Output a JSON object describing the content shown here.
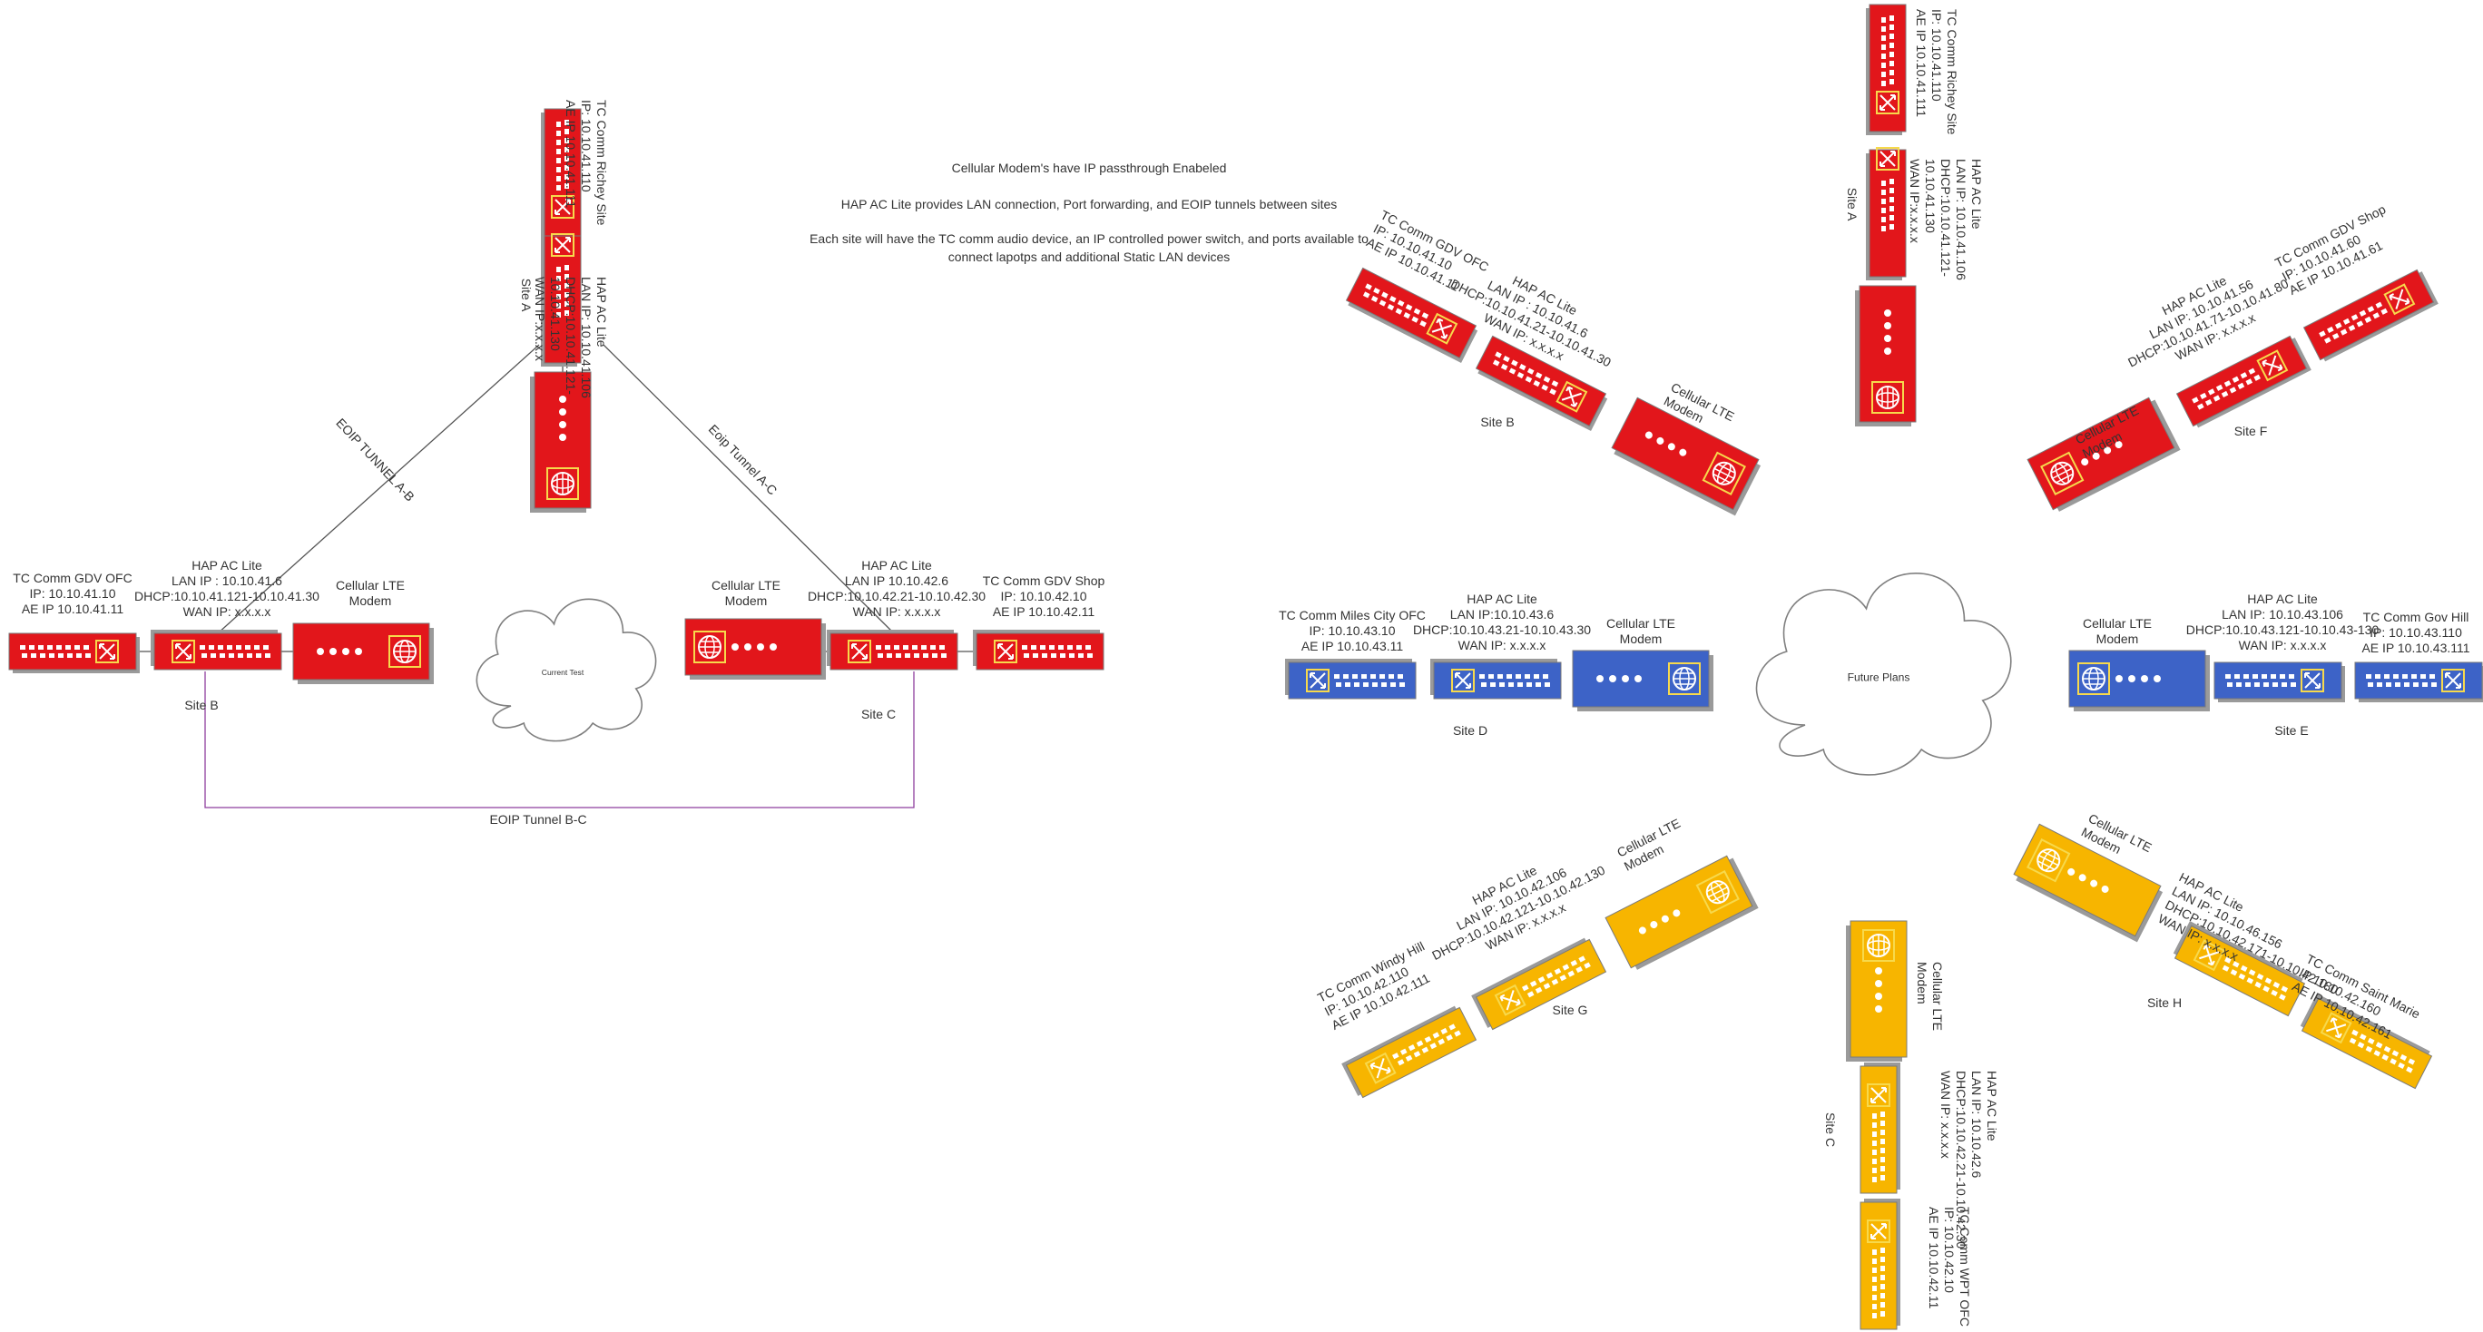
{
  "colors": {
    "red": "#e2161b",
    "blue": "#3d63c7",
    "yellow": "#f7b500",
    "line": "#555555",
    "purple": "#8e3f9e",
    "white": "#ffffff",
    "shadow": "#9a9a9a"
  },
  "notes": [
    "Cellular Modem's have IP passthrough Enabeled",
    "HAP AC Lite provides LAN connection, Port forwarding, and EOIP tunnels between sites",
    "Each site will have the TC comm audio device, an IP controlled power switch, and ports available to",
    "connect lapotps and additional Static LAN devices"
  ],
  "clouds": {
    "current": "Current Test",
    "future": "Future Plans"
  },
  "tunnels": {
    "ab": "EOIP TUNNEL A-B",
    "ac": "Eoip Tunnel A-C",
    "bc": "EOIP Tunnel B-C"
  },
  "sites": {
    "A": {
      "name": "Site A",
      "device": [
        "TC Comm Richey Site",
        "IP: 10.10.41.110",
        "AE IP 10.10.41.111"
      ],
      "hap": [
        "HAP AC Lite",
        "LAN IP: 10.10.41.106",
        "DHCP:10.10.41.121-",
        "10.10.41.130",
        "WAN IP:x.x.x.x"
      ]
    },
    "B": {
      "name": "Site B",
      "device": [
        "TC Comm GDV OFC",
        "IP: 10.10.41.10",
        "AE IP 10.10.41.11"
      ],
      "hap": [
        "HAP AC Lite",
        "LAN IP : 10.10.41.6",
        "DHCP:10.10.41.121-10.10.41.30",
        "WAN IP: x.x.x.x"
      ],
      "modem": [
        "Cellular LTE",
        "Modem"
      ]
    },
    "C": {
      "name": "Site C",
      "device": [
        "TC Comm GDV Shop",
        "IP: 10.10.42.10",
        "AE IP 10.10.42.11"
      ],
      "hap": [
        "HAP AC Lite",
        "LAN IP 10.10.42.6",
        "DHCP:10.10.42.21-10.10.42.30",
        "WAN IP: x.x.x.x"
      ],
      "modem": [
        "Cellular LTE",
        "Modem"
      ]
    },
    "A2": {
      "name": "Site A",
      "device": [
        "TC Comm Richey Site",
        "IP: 10.10.41.110",
        "AE IP 10.10.41.111"
      ],
      "hap": [
        "HAP AC Lite",
        "LAN IP: 10.10.41.106",
        "DHCP:10.10.41.121-",
        "10.10.41.130",
        "WAN IP:x.x.x.x"
      ]
    },
    "B2": {
      "name": "Site B",
      "device": [
        "TC Comm GDV OFC",
        "IP: 10.10.41.10",
        "AE IP 10.10.41.11"
      ],
      "hap": [
        "HAP AC Lite",
        "LAN IP : 10.10.41.6",
        "DHCP:10.10.41.21-10.10.41.30",
        "WAN IP: x.x.x.x"
      ],
      "modem": [
        "Cellular LTE",
        "Modem"
      ]
    },
    "F": {
      "name": "Site F",
      "device": [
        "TC Comm GDV Shop",
        "IP: 10.10.41.60",
        "AE IP 10.10.41.61"
      ],
      "hap": [
        "HAP AC Lite",
        "LAN IP: 10.10.41.56",
        "DHCP:10.10.41.71-10.10.41.80",
        "WAN IP: x.x.x.x"
      ],
      "modem": [
        "Cellular LTE",
        "Modem"
      ]
    },
    "D": {
      "name": "Site D",
      "device": [
        "TC Comm Miles City OFC",
        "IP: 10.10.43.10",
        "AE IP 10.10.43.11"
      ],
      "hap": [
        "HAP AC Lite",
        "LAN IP:10.10.43.6",
        "DHCP:10.10.43.21-10.10.43.30",
        "WAN IP: x.x.x.x"
      ],
      "modem": [
        "Cellular LTE",
        "Modem"
      ]
    },
    "E": {
      "name": "Site E",
      "device": [
        "TC Comm Gov Hill",
        "IP: 10.10.43.110",
        "AE IP 10.10.43.111"
      ],
      "hap": [
        "HAP AC Lite",
        "LAN IP: 10.10.43.106",
        "DHCP:10.10.43.121-10.10.43-130",
        "WAN IP: x.x.x.x"
      ],
      "modem": [
        "Cellular LTE",
        "Modem"
      ]
    },
    "G": {
      "name": "Site G",
      "device": [
        "TC Comm Windy Hill",
        "IP: 10.10.42.110",
        "AE IP 10.10.42.111"
      ],
      "hap": [
        "HAP AC Lite",
        "LAN IP: 10.10.42.106",
        "DHCP:10.10.42.121-10.10.42.130",
        "WAN IP: x.x.x.x"
      ],
      "modem": [
        "Cellular LTE",
        "Modem"
      ]
    },
    "C2": {
      "name": "Site C",
      "device": [
        "TC Comm WPT OFC",
        "IP: 10.10.42.10",
        "AE IP 10.10.42.11"
      ],
      "hap": [
        "HAP AC Lite",
        "LAN IP: 10.10.42.6",
        "DHCP:10.10.42.21-10.10.42.30",
        "WAN IP: x.x.x.x"
      ],
      "modem": [
        "Cellular LTE",
        "Modem"
      ]
    },
    "H": {
      "name": "Site H",
      "device": [
        "TC Comm Saint Marie",
        "IP 10.10.42.160",
        "AE IP 10.10.42.161"
      ],
      "hap": [
        "HAP AC Lite",
        "LAN IP: 10.10.46.156",
        "DHCP:10.10.42.171-10.10.42.180",
        "WAN IP: x.x.x.x"
      ],
      "modem": [
        "Cellular LTE",
        "Modem"
      ]
    }
  }
}
